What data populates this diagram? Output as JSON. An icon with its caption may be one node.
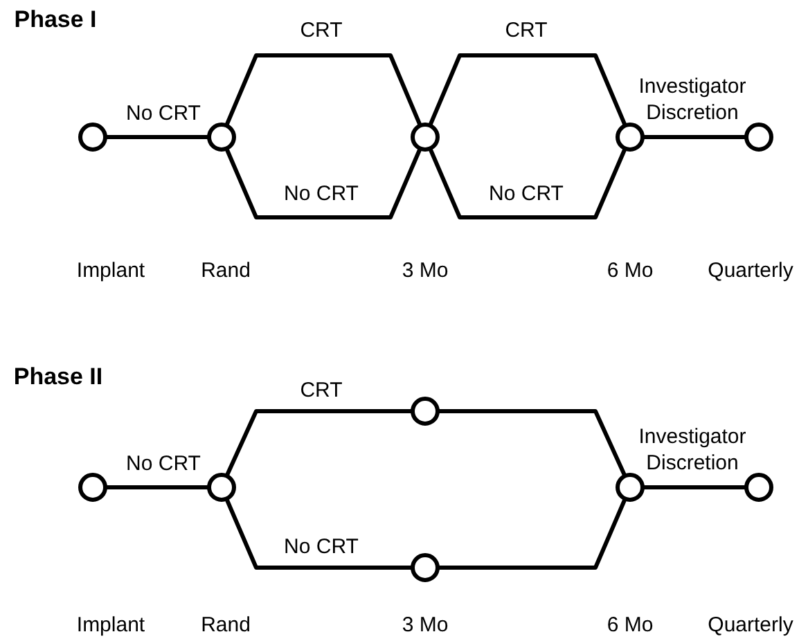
{
  "diagram": {
    "nodes": [
      {
        "text": [],
        "shape": "circle"
      },
      {
        "text": [],
        "shape": "circle"
      },
      {
        "text": [],
        "shape": "circle"
      },
      {
        "text": [],
        "shape": "circle"
      },
      {
        "text": [],
        "shape": "circle"
      },
      {
        "text": [],
        "shape": "circle"
      },
      {
        "text": [],
        "shape": "circle"
      },
      {
        "text": [],
        "shape": "circle"
      },
      {
        "text": [],
        "shape": "circle"
      },
      {
        "text": [],
        "shape": "circle"
      },
      {
        "text": [],
        "shape": "circle"
      }
    ],
    "edges": [
      {
        "from": 0,
        "to": 1,
        "arrow": "none",
        "label": "No CRT"
      },
      {
        "from": 1,
        "to": 2,
        "arrow": "none",
        "label": "CRT"
      },
      {
        "from": 1,
        "to": 2,
        "arrow": "none",
        "label": "No CRT"
      },
      {
        "from": 2,
        "to": 3,
        "arrow": "none",
        "label": "CRT"
      },
      {
        "from": 2,
        "to": 3,
        "arrow": "none",
        "label": "No CRT"
      },
      {
        "from": 3,
        "to": 4,
        "arrow": "none",
        "label": "Investigator Discretion"
      },
      {
        "from": 5,
        "to": 6,
        "arrow": "none",
        "label": "No CRT"
      },
      {
        "from": 6,
        "to": 7,
        "arrow": "none",
        "label": "CRT"
      },
      {
        "from": 7,
        "to": 9,
        "arrow": "none"
      },
      {
        "from": 6,
        "to": 8,
        "arrow": "none",
        "label": "No CRT"
      },
      {
        "from": 8,
        "to": 9,
        "arrow": "none"
      },
      {
        "from": 9,
        "to": 10,
        "arrow": "none",
        "label": "Investigator Discretion"
      }
    ],
    "labels": [
      "Phase I",
      "Implant",
      "Rand",
      "3 Mo",
      "6 Mo",
      "Quarterly",
      "Phase II",
      "Implant",
      "Rand",
      "3 Mo",
      "6 Mo",
      "Quarterly"
    ]
  }
}
